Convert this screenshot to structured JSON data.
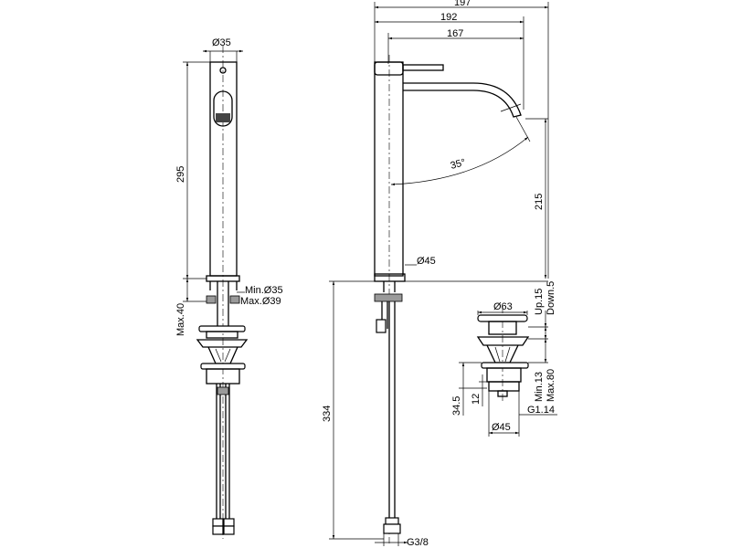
{
  "front_view": {
    "dim_diameter_top": "Ø35",
    "dim_height": "295",
    "dim_max_depth": "Max.40",
    "dim_min_hole": "Min.Ø35",
    "dim_max_hole": "Max.Ø39"
  },
  "side_view": {
    "dim_total_reach": "197",
    "dim_spout_reach": "192",
    "dim_lever_reach": "167",
    "dim_spout_height": "215",
    "dim_angle": "35°",
    "dim_base_diameter": "Ø45",
    "dim_hose_length": "334",
    "dim_thread": "G3/8"
  },
  "waste_detail": {
    "dim_cap_diameter": "Ø63",
    "dim_stroke_up": "Up.15",
    "dim_stroke_down": "Down.5",
    "dim_min_thickness": "Min.13",
    "dim_max_thickness": "Max.80",
    "dim_body_height": "34.5",
    "dim_thread_height": "12",
    "dim_thread": "G1.14",
    "dim_body_diameter": "Ø45"
  }
}
